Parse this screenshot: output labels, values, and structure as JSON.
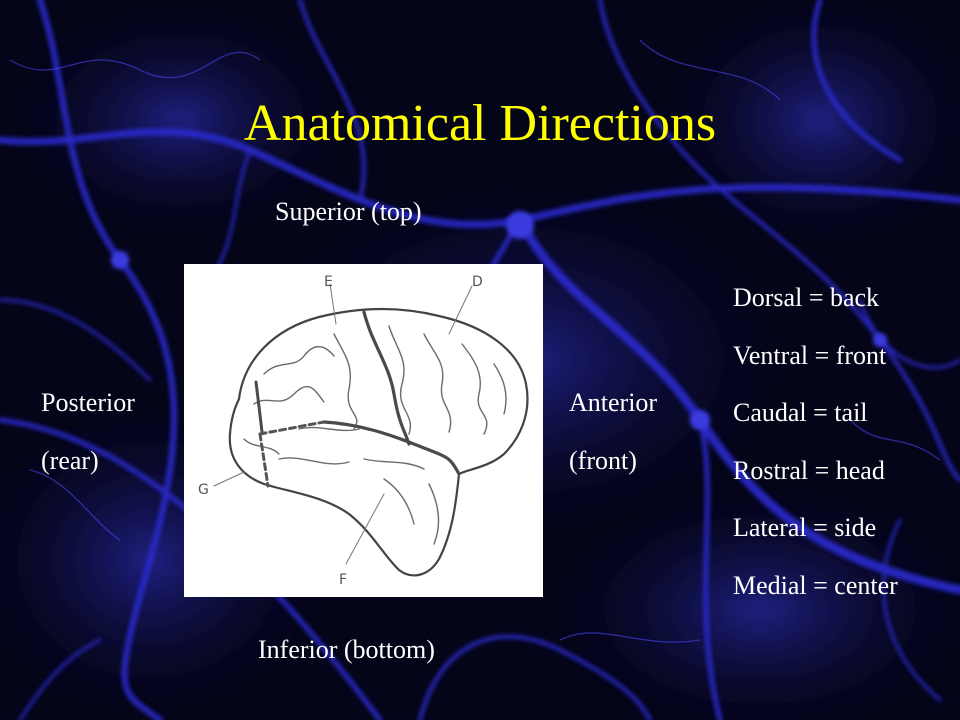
{
  "slide": {
    "title": "Anatomical Directions",
    "colors": {
      "background": "#05051a",
      "neuron_glow": "#2a2ad8",
      "title": "#ffff00",
      "text": "#ffffff"
    }
  },
  "diagram": {
    "superior": "Superior (top)",
    "inferior": "Inferior (bottom)",
    "posterior_line1": "Posterior",
    "posterior_line2": "(rear)",
    "anterior_line1": "Anterior",
    "anterior_line2": "(front)",
    "brain_markers": {
      "e": "E",
      "d": "D",
      "g": "G",
      "f": "F"
    }
  },
  "definitions": [
    "Dorsal = back",
    "Ventral = front",
    "Caudal = tail",
    "Rostral = head",
    "Lateral = side",
    "Medial = center"
  ]
}
